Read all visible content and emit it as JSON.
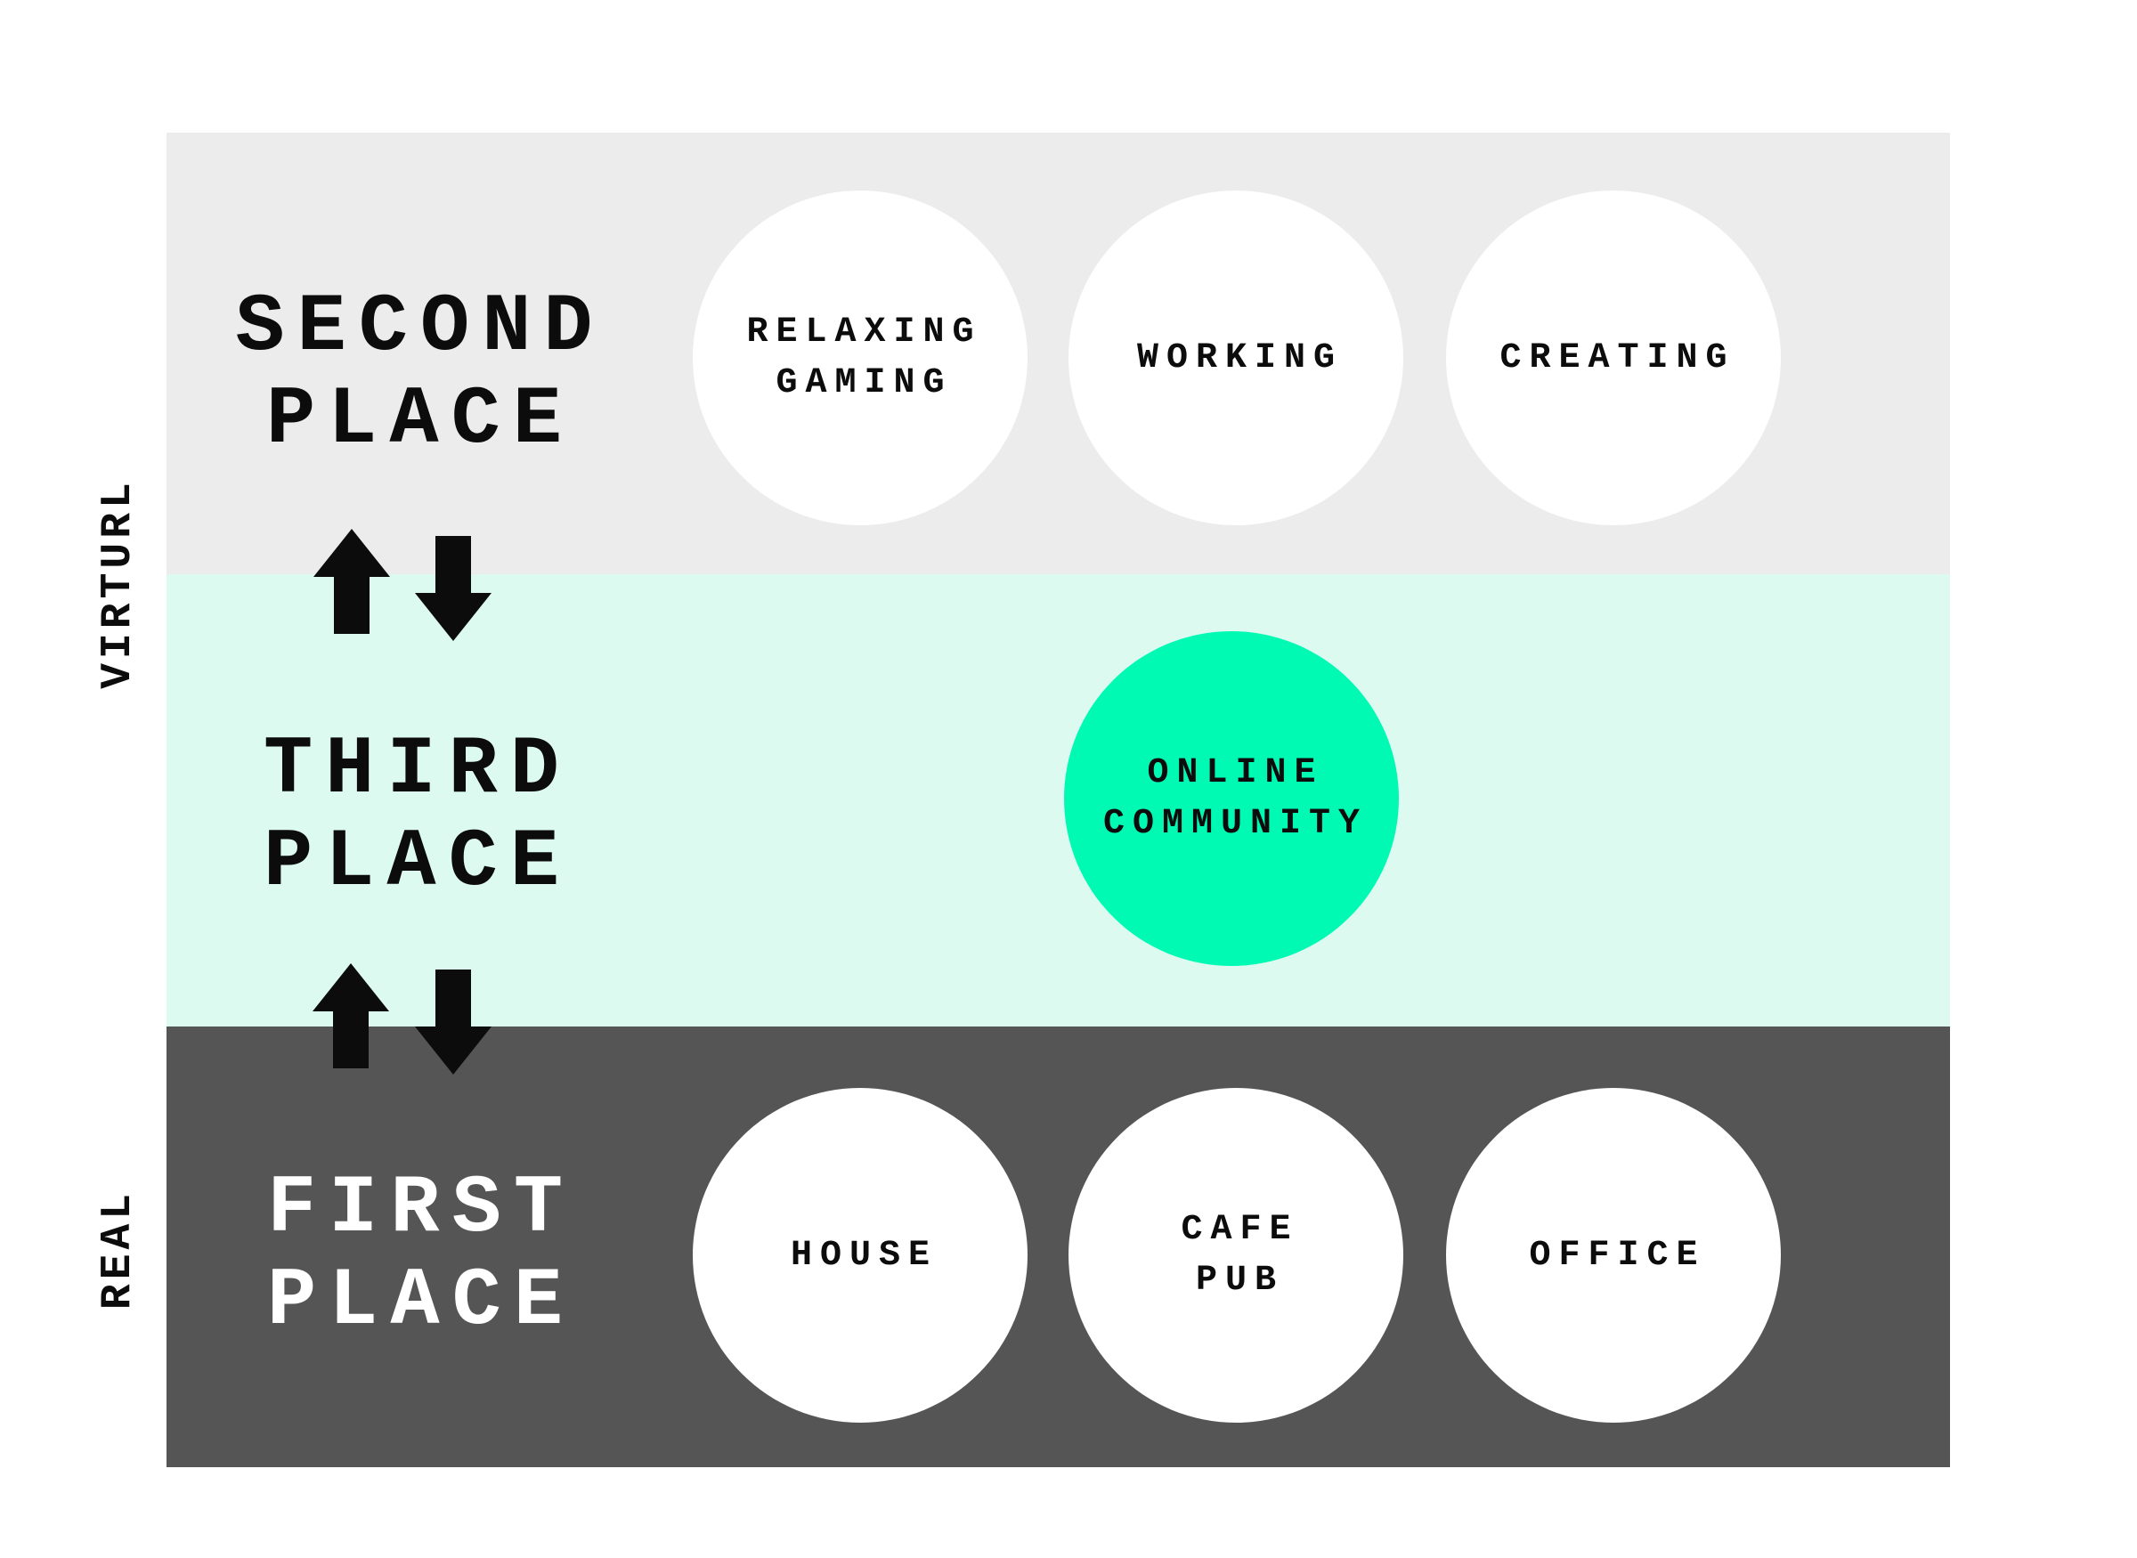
{
  "page": {
    "background_color": "#FFFFFF",
    "text_color": "#0C0C0C"
  },
  "axis": {
    "virtual": {
      "label": "VIRTURL"
    },
    "real": {
      "label": "REAL"
    }
  },
  "icons": {
    "transition_up": "up-arrow-icon",
    "transition_down": "down-arrow-icon",
    "arrow_color": "#0C0C0C"
  },
  "bands": {
    "second": {
      "title": "SECOND PLACE",
      "title_lines": [
        "SECOND",
        "PLACE"
      ],
      "background": "#ECECEC",
      "circles": [
        {
          "label": "RELAXING GAMING",
          "lines": [
            "RELAXING",
            "GAMING"
          ],
          "color": "#FFFFFF"
        },
        {
          "label": "WORKING",
          "lines": [
            "WORKING"
          ],
          "color": "#FFFFFF"
        },
        {
          "label": "CREATING",
          "lines": [
            "CREATING"
          ],
          "color": "#FFFFFF"
        }
      ]
    },
    "third": {
      "title": "THIRD PLACE",
      "title_lines": [
        "THIRD",
        "PLACE"
      ],
      "background": "#DDFAF1",
      "circles": [
        {
          "label": "ONLINE COMMUNITY",
          "lines": [
            "ONLINE",
            "COMMUNITY"
          ],
          "color": "#01FAB3"
        }
      ]
    },
    "first": {
      "title": "FIRST PLACE",
      "title_lines": [
        "FIRST",
        "PLACE"
      ],
      "title_color": "#FFFFFF",
      "background": "#555555",
      "circles": [
        {
          "label": "HOUSE",
          "lines": [
            "HOUSE"
          ],
          "color": "#FFFFFF"
        },
        {
          "label": "CAFE PUB",
          "lines": [
            "CAFE",
            "PUB"
          ],
          "color": "#FFFFFF"
        },
        {
          "label": "OFFICE",
          "lines": [
            "OFFICE"
          ],
          "color": "#FFFFFF"
        }
      ]
    }
  }
}
